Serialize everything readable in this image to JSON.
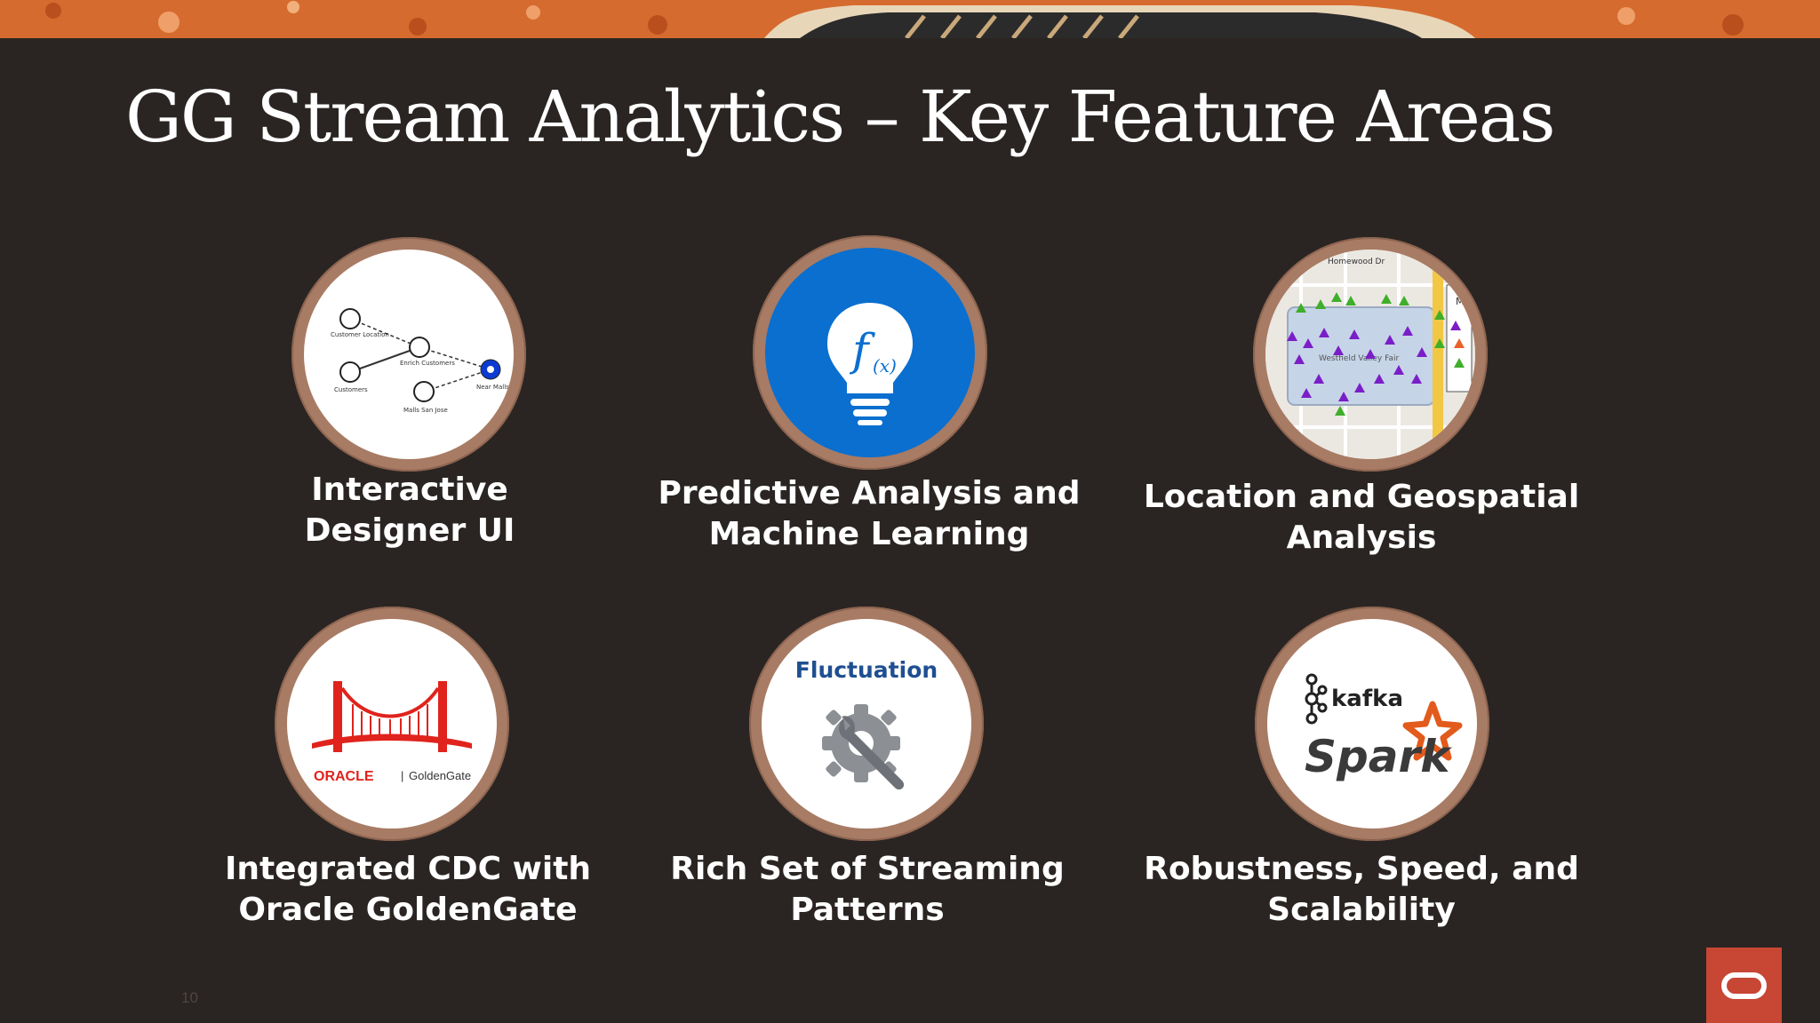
{
  "slide": {
    "title": "GG Stream Analytics – Key Feature Areas",
    "page_number": "10"
  },
  "features": [
    {
      "id": "designer",
      "line1": "Interactive",
      "line2": "Designer UI",
      "icon": "flow-diagram-icon",
      "diagram_labels": [
        "Customer Location",
        "Enrich Customers",
        "Customers",
        "Near Malls",
        "Malls San Jose"
      ]
    },
    {
      "id": "predictive",
      "line1": "Predictive Analysis and",
      "line2": "Machine Learning",
      "icon": "lightbulb-function-icon",
      "symbol": "f",
      "symbol_sub": "(x)"
    },
    {
      "id": "geospatial",
      "line1": "Location and Geospatial",
      "line2": "Analysis",
      "icon": "map-markers-icon",
      "map_labels": [
        "Homewood Dr",
        "Westfield Valley Fair",
        "M"
      ]
    },
    {
      "id": "cdc",
      "line1": "Integrated CDC with",
      "line2": "Oracle GoldenGate",
      "icon": "goldengate-bridge-icon",
      "logo_brand": "ORACLE",
      "logo_product": "GoldenGate"
    },
    {
      "id": "patterns",
      "line1": "Rich Set of Streaming",
      "line2": "Patterns",
      "icon": "gear-wrench-icon",
      "pattern_label": "Fluctuation"
    },
    {
      "id": "scalability",
      "line1": "Robustness, Speed, and",
      "line2": "Scalability",
      "icon": "kafka-spark-icon",
      "kafka_label": "kafka",
      "spark_label": "Spark"
    }
  ],
  "colors": {
    "background": "#2a2522",
    "ring": "#a87b64",
    "accent_blue": "#0a6fcf",
    "oracle_red": "#c74634",
    "bridge_red": "#e0231c",
    "spark_orange": "#e25a1c"
  }
}
